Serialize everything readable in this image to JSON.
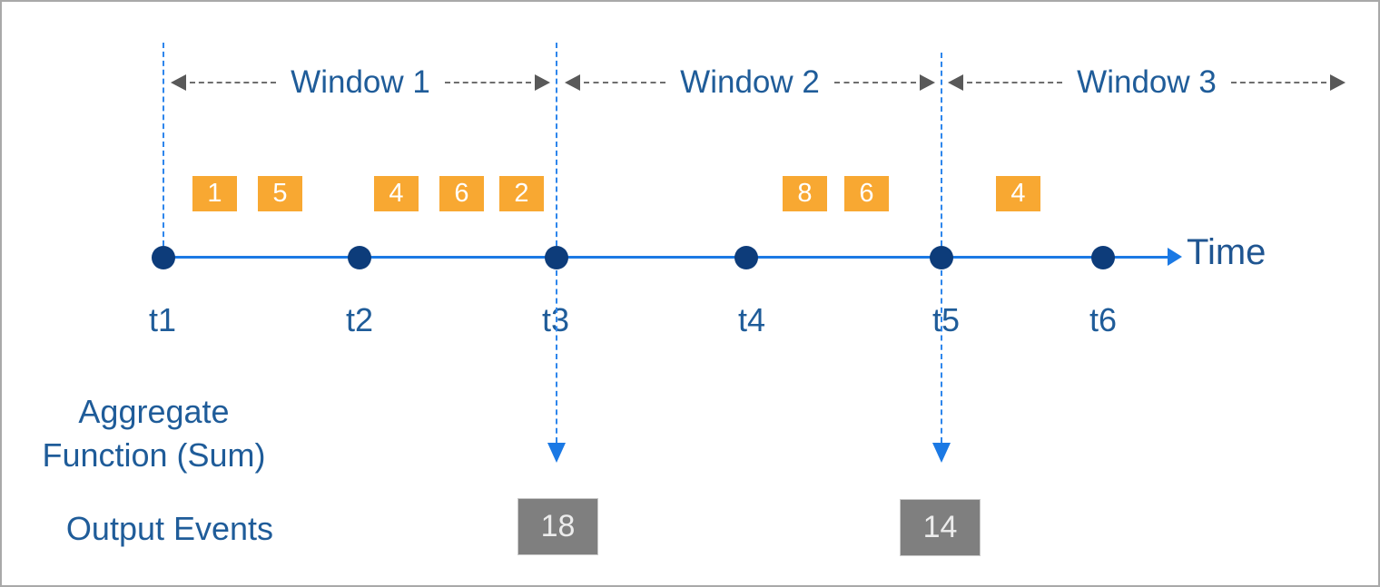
{
  "windows": [
    {
      "label": "Window 1"
    },
    {
      "label": "Window 2"
    },
    {
      "label": "Window 3"
    }
  ],
  "timeline": {
    "axis_label": "Time",
    "ticks": [
      "t1",
      "t2",
      "t3",
      "t4",
      "t5",
      "t6"
    ]
  },
  "events": [
    {
      "value": "1",
      "window": "Window 1"
    },
    {
      "value": "5",
      "window": "Window 1"
    },
    {
      "value": "4",
      "window": "Window 1"
    },
    {
      "value": "6",
      "window": "Window 1"
    },
    {
      "value": "2",
      "window": "Window 1"
    },
    {
      "value": "8",
      "window": "Window 2"
    },
    {
      "value": "6",
      "window": "Window 2"
    },
    {
      "value": "4",
      "window": "Window 3"
    }
  ],
  "aggregate_function": {
    "line1": "Aggregate",
    "line2": "Function (Sum)"
  },
  "output_events": {
    "label": "Output Events",
    "outputs": [
      {
        "value": "18",
        "at_tick": "t3"
      },
      {
        "value": "14",
        "at_tick": "t5"
      }
    ]
  },
  "colors": {
    "event_box_orange": "#F8A832",
    "timeline_blue": "#1B79E4",
    "boundary_dashed_blue": "#2E86EC",
    "dot_navy": "#0D3C7A",
    "text_blue": "#1F5C99",
    "window_arrow_gray": "#595959",
    "output_box_gray": "#7F7F7F"
  }
}
